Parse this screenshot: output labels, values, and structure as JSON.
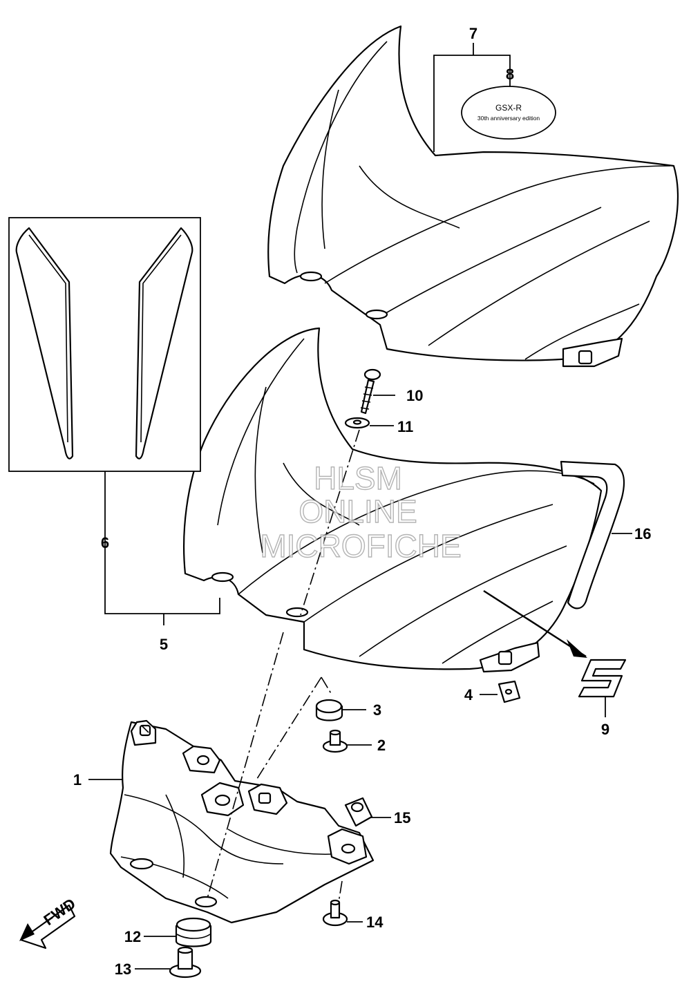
{
  "callouts": {
    "p1": "1",
    "p2": "2",
    "p3": "3",
    "p4": "4",
    "p5": "5",
    "p6": "6",
    "p7": "7",
    "p8": "8",
    "p9": "9",
    "p10": "10",
    "p11": "11",
    "p12": "12",
    "p13": "13",
    "p14": "14",
    "p15": "15",
    "p16": "16"
  },
  "emblem": {
    "line1": "GSX-R",
    "line2": "30th  anniversary  edition"
  },
  "direction_label": "FWD",
  "watermark": {
    "line1": "HLSM",
    "line2": "ONLINE",
    "line3": "MICROFICHE"
  }
}
